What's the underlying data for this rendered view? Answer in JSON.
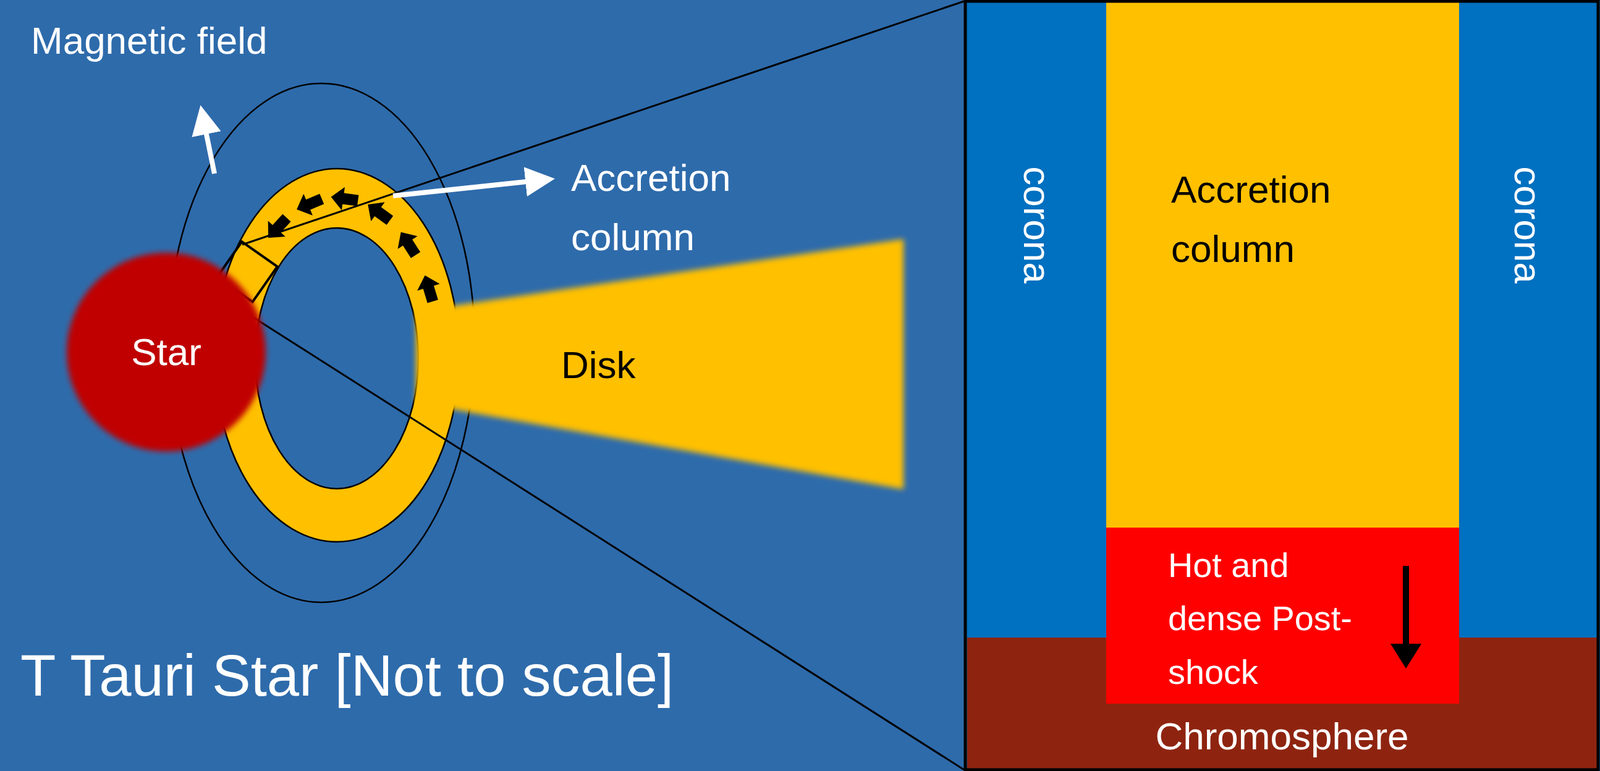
{
  "diagram": {
    "title": "T Tauri Star [Not to scale]",
    "nodes": [
      {
        "text": [
          "Star"
        ]
      },
      {
        "text": [
          "Disk"
        ]
      },
      {
        "text": [
          "corona"
        ]
      },
      {
        "text": [
          "Accretion column"
        ]
      },
      {
        "text": [
          "corona"
        ]
      },
      {
        "text": [
          "Hot and dense Post-shock"
        ]
      },
      {
        "text": [
          "Chromosphere"
        ]
      }
    ],
    "labels": [
      "Magnetic field",
      "Accretion column"
    ]
  }
}
